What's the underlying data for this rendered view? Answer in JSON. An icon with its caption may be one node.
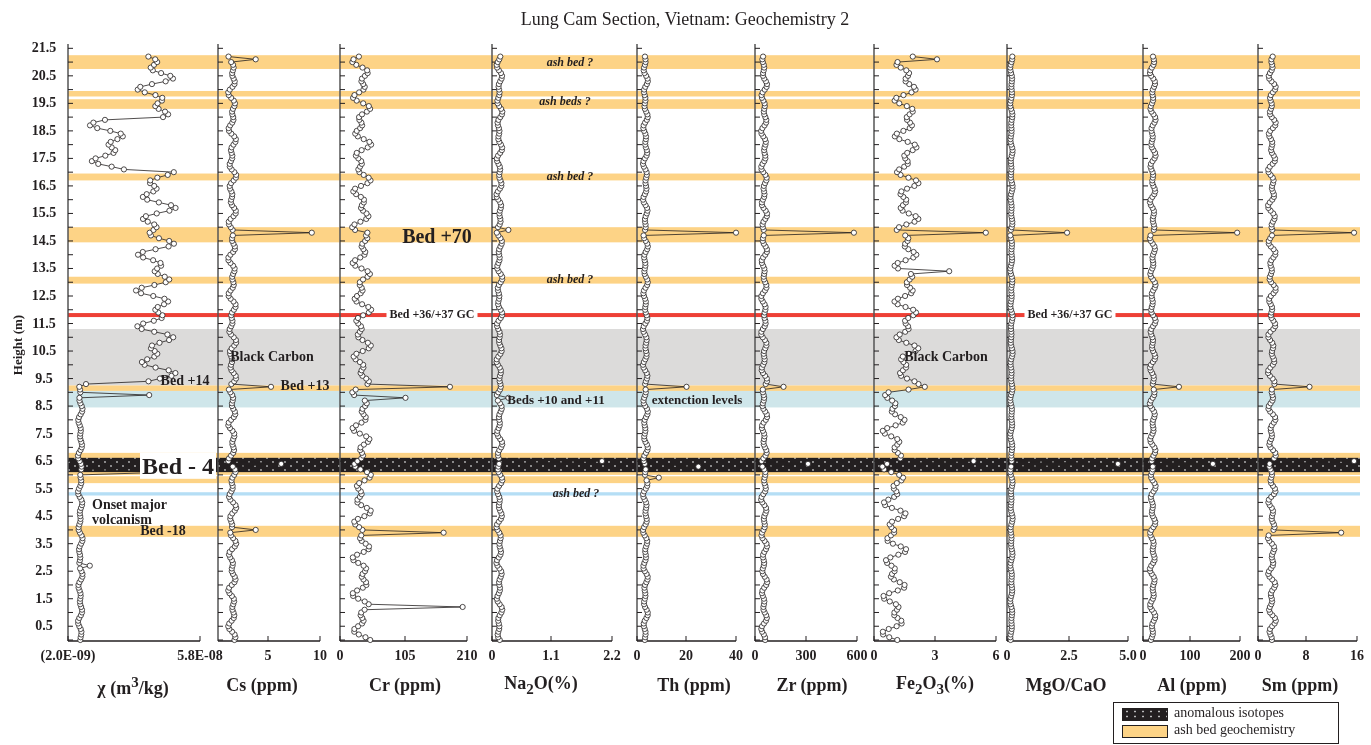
{
  "diagram": {
    "title": "Lung Cam Section, Vietnam: Geochemistry 2",
    "labels": [
      "21.5",
      "20.5",
      "19.5",
      "18.5",
      "17.5",
      "16.5",
      "15.5",
      "14.5",
      "13.5",
      "12.5",
      "11.5",
      "10.5",
      "9.5",
      "8.5",
      "7.5",
      "6.5",
      "5.5",
      "4.5",
      "3.5",
      "2.5",
      "1.5",
      "0.5",
      "Height (m)",
      "ash bed ?",
      "ash beds ?",
      "ash bed ?",
      "Bed +70",
      "ash bed ?",
      "Bed +36/+37 GC",
      "Bed +36/+37 GC",
      "Black Carbon",
      "Black Carbon",
      "Bed +14",
      "Bed +13",
      "Beds +10 and +11",
      "extenction levels",
      "Bed - 4",
      "ash bed ?",
      "Onset major volcanism",
      "Bed -18",
      "(2.0E-09)",
      "5.8E-08",
      "χ (m$^{3}$/kg)",
      "5",
      "10",
      "Cs (ppm)",
      "0",
      "105",
      "210",
      "Cr (ppm)",
      "0",
      "1.1",
      "2.2",
      "Na$_{2}$O(%)",
      "0",
      "20",
      "40",
      "Th (ppm)",
      "0",
      "300",
      "600",
      "Zr (ppm)",
      "0",
      "3",
      "6",
      "Fe$_{2}$O$_{3}$(%)",
      "0",
      "2.5",
      "5.0",
      "MgO/CaO",
      "0",
      "100",
      "200",
      "Al (ppm)",
      "0",
      "8",
      "16",
      "Sm (ppm)"
    ],
    "legend": [
      {
        "text": "anomalous isotopes"
      },
      {
        "text": "ash bed geochemistry",
        "color": "#fdd386"
      }
    ]
  }
}
